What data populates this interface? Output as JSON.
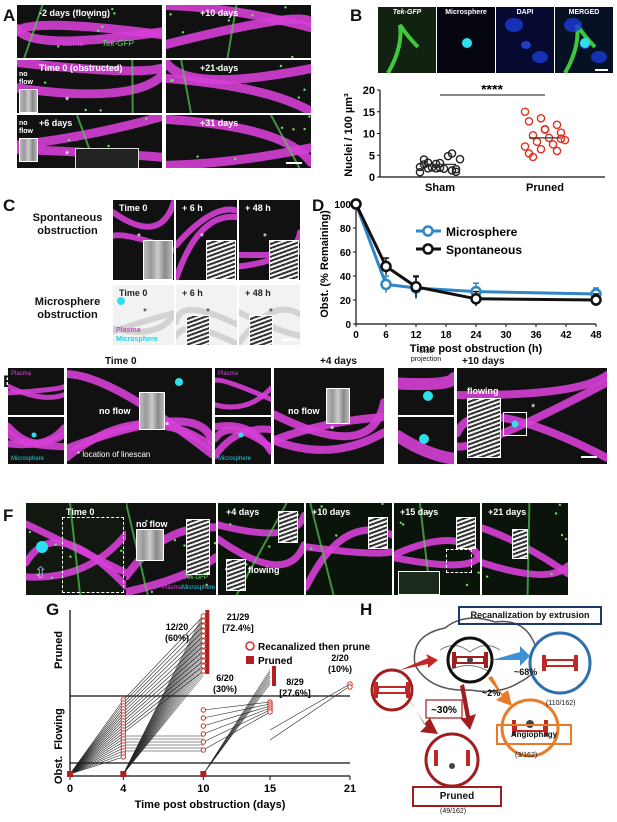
{
  "panels": {
    "A": {
      "letter": "A",
      "tiles": [
        {
          "label": "-2 days (flowing)"
        },
        {
          "label": "+10 days"
        },
        {
          "label": "Time 0 (obstructed)"
        },
        {
          "label": "+21 days"
        },
        {
          "label": "+6 days"
        },
        {
          "label": "+31 days"
        }
      ],
      "plasma_label": "Plasma",
      "gfp_label": "Tek-GFP",
      "no_flow": "no flow",
      "asterisk": "*"
    },
    "B": {
      "letter": "B",
      "images": [
        "Tek-GFP",
        "Microsphere",
        "DAPI",
        "MERGED"
      ],
      "significance": "****"
    },
    "C": {
      "letter": "C",
      "row1": "Spontaneous obstruction",
      "row2": "Microsphere obstruction",
      "times": [
        "Time 0",
        "+ 6 h",
        "+ 48 h"
      ],
      "plasma": "Plasma",
      "microsphere": "Microsphere"
    },
    "D": {
      "letter": "D"
    },
    "E": {
      "letter": "E",
      "time0": "Time 0",
      "plus4": "+4 days",
      "side": "Side projection",
      "plus10": "+10 days",
      "plasma": "Plasma",
      "microsphere": "Microsphere",
      "no_flow": "no flow",
      "flowing": "flowing",
      "linescan": "* location of linescan"
    },
    "F": {
      "letter": "F",
      "time0": "Time 0",
      "no_flow": "no flow",
      "tekgfp": "Tek-GFP",
      "plasma": "Plasma",
      "microsphere": "Microsphere",
      "days": [
        "+4 days",
        "+10 days",
        "+15 days",
        "+21 days"
      ],
      "flowing": "flowing"
    },
    "G": {
      "letter": "G",
      "ann": [
        {
          "text": "12/20",
          "sub": "(60%)"
        },
        {
          "text": "21/29",
          "sub": "[72.4%]"
        },
        {
          "text": "6/20",
          "sub": "(30%)"
        },
        {
          "text": "8/29",
          "sub": "[27.6%]"
        },
        {
          "text": "2/20",
          "sub": "(10%)"
        }
      ],
      "legend_recan": "Recanalized then pruned",
      "legend_pruned": "Pruned"
    },
    "H": {
      "letter": "H",
      "title": "Recanalization by extrusion",
      "pct68": "~68%",
      "pct2": "~2%",
      "pct30": "~30%",
      "recan_count": "(110/162)",
      "angiophagy": "Angiophagy",
      "angio_count": "(3/162)",
      "pruned": "Pruned",
      "pruned_count": "(49/162)"
    }
  },
  "chart_data": [
    {
      "id": "B",
      "type": "scatter",
      "ylabel": "Nuclei / 100 µm³",
      "categories": [
        "Sham",
        "Pruned"
      ],
      "ylim": [
        0,
        20
      ],
      "yticks": [
        0,
        5,
        10,
        15,
        20
      ],
      "series": [
        {
          "name": "Sham",
          "color": "#222222",
          "values": [
            2.3,
            2.0,
            1.5,
            2.9,
            3.2,
            1.2,
            2.0,
            1.9,
            4.1,
            2.2,
            4.8,
            1.1,
            3.0,
            5.4,
            4.0,
            2.1,
            1.8,
            3.3
          ],
          "mean": 2.9
        },
        {
          "name": "Pruned",
          "color": "#e03020",
          "values": [
            15.0,
            13.5,
            12.0,
            12.8,
            11.0,
            10.2,
            9.6,
            9.0,
            8.5,
            8.1,
            7.5,
            7.0,
            6.4,
            6.0,
            5.4,
            10.9,
            8.8,
            4.6
          ],
          "mean": 9.0
        }
      ]
    },
    {
      "id": "D",
      "type": "line",
      "xlabel": "Time post obstruction (h)",
      "ylabel": "Obst. (% Remaining)",
      "xlim": [
        0,
        48
      ],
      "ylim": [
        0,
        100
      ],
      "xticks": [
        0,
        6,
        12,
        18,
        24,
        30,
        36,
        42,
        48
      ],
      "yticks": [
        0,
        20,
        40,
        60,
        80,
        100
      ],
      "legend": "top-right",
      "series": [
        {
          "name": "Microsphere",
          "color": "#2e86c8",
          "x": [
            0,
            6,
            12,
            24,
            48
          ],
          "y": [
            100,
            33,
            30,
            27,
            25
          ],
          "err": [
            0,
            7,
            9,
            7,
            5
          ]
        },
        {
          "name": "Spontaneous",
          "color": "#111111",
          "x": [
            0,
            6,
            12,
            24,
            48
          ],
          "y": [
            100,
            48,
            31,
            21,
            20
          ],
          "err": [
            0,
            7,
            9,
            6,
            5
          ]
        }
      ]
    },
    {
      "id": "G",
      "type": "line",
      "xlabel": "Time post obstruction (days)",
      "xticks": [
        0,
        4,
        10,
        15,
        21
      ],
      "xlim": [
        0,
        21
      ],
      "ystates": [
        "Obst.",
        "Flowing",
        "Pruned"
      ]
    }
  ]
}
